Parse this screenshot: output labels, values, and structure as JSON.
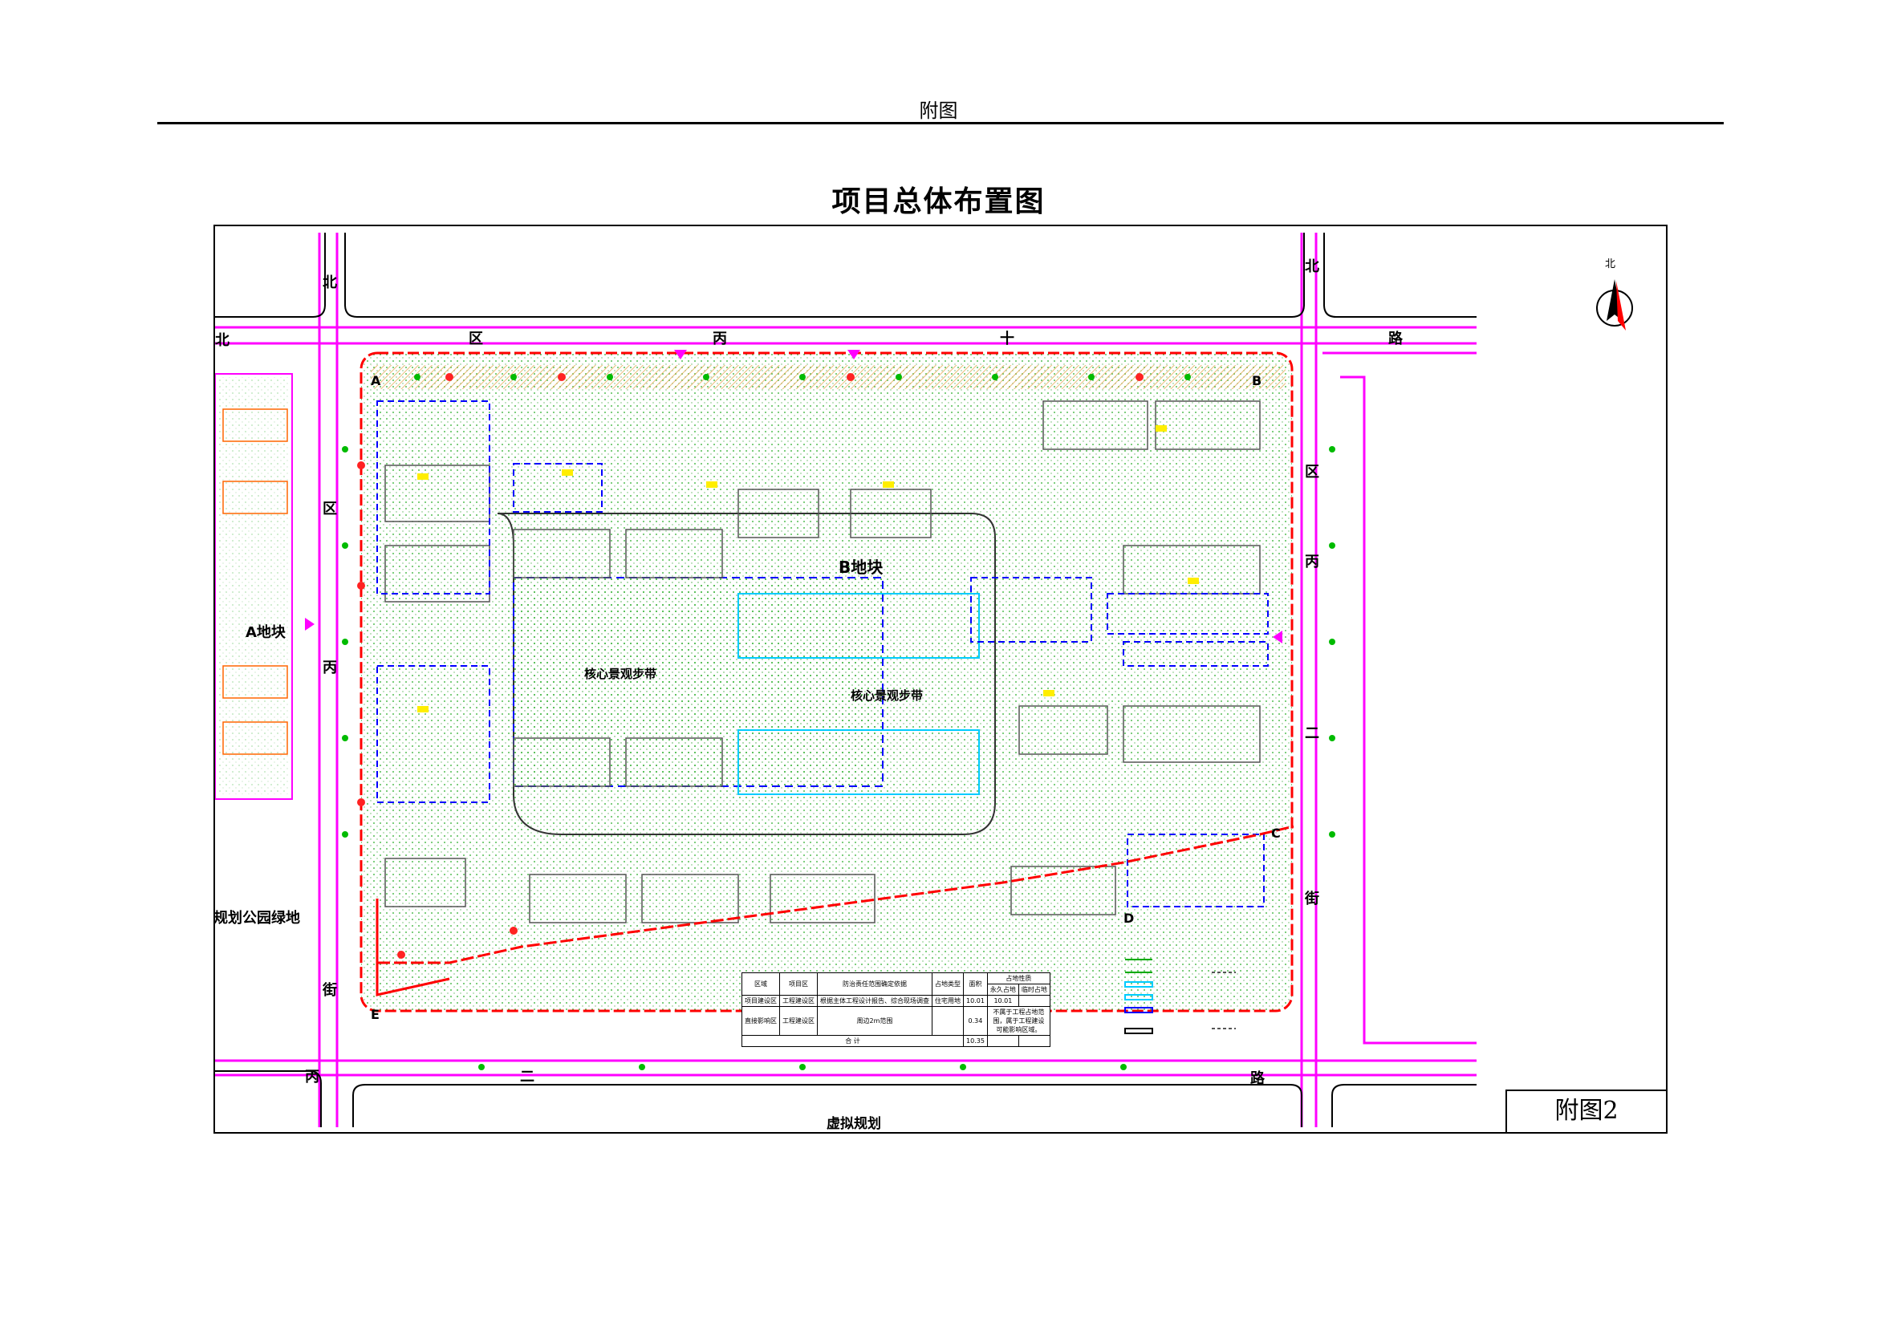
{
  "page": {
    "header": "附图"
  },
  "title": "项目总体布置图",
  "stamp": "附图2",
  "north_label": "北",
  "parcels": {
    "a": "A地块",
    "b": "B地块",
    "park": "规划公园绿地"
  },
  "landscape_belts": [
    "核心景观步带",
    "核心景观步带"
  ],
  "road_labels": {
    "north_road": [
      "北",
      "区",
      "丙",
      "十",
      "路"
    ],
    "west_road": [
      "北",
      "区",
      "丙",
      "街"
    ],
    "east_road": [
      "北",
      "区",
      "丙",
      "二",
      "街"
    ],
    "south_road": [
      "丙",
      "二",
      "路"
    ],
    "bottom": "虚拟规划"
  },
  "corner_letters": [
    "A",
    "B",
    "C",
    "D",
    "E"
  ],
  "table": {
    "headers": [
      "区域",
      "项目区",
      "防治责任范围确定依据",
      "占地类型",
      "面积",
      "永久占地",
      "临时占地"
    ],
    "header_group": "占地性质",
    "rows": [
      [
        "项目建设区",
        "工程建设区",
        "根据主体工程设计报告、综合现场调查",
        "住宅用地",
        "10.01",
        "10.01",
        ""
      ],
      [
        "直接影响区",
        "工程建设区",
        "周边2m范围",
        "",
        "0.34",
        "",
        "不属于工程占地范围，属于工程建设可能影响区域。"
      ],
      [
        "合 计",
        "",
        "",
        "",
        "10.35",
        "",
        ""
      ]
    ]
  },
  "colors": {
    "road": "#ff00ff",
    "boundary": "#ff0000",
    "green": "#00aa00",
    "blue_line": "#0000ff",
    "cyan": "#00ccff",
    "yellow": "#ffee00"
  }
}
